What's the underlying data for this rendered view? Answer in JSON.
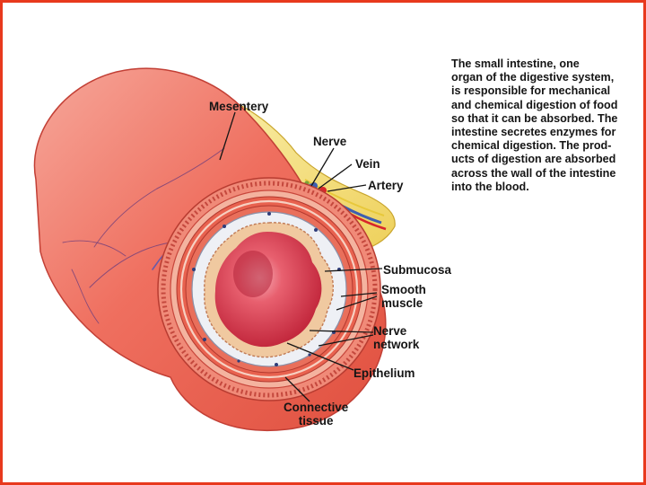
{
  "caption": {
    "lines": [
      "The small intestine, one",
      "organ of the digestive system,",
      "is responsible for mechanical",
      "and chemical digestion of food",
      "so that it can be absorbed. The",
      "intestine secretes enzymes for",
      "chemical digestion. The prod-",
      "ucts of digestion are absorbed",
      "across the wall of the intestine",
      "into the blood."
    ]
  },
  "labels": {
    "mesentery": "Mesentery",
    "nerve": "Nerve",
    "vein": "Vein",
    "artery": "Artery",
    "submucosa": "Submucosa",
    "smooth_muscle": [
      "Smooth",
      "muscle"
    ],
    "nerve_network": [
      "Nerve",
      "network"
    ],
    "epithelium": "Epithelium",
    "connective_tissue": [
      "Connective",
      "tissue"
    ]
  },
  "colors": {
    "frame_border": "#e8391d",
    "intestine_wall": "#ef6f5f",
    "lumen": "#d9354a",
    "mesentery": "#f3e27a",
    "vein": "#3f5fb0",
    "artery": "#d8262b"
  }
}
